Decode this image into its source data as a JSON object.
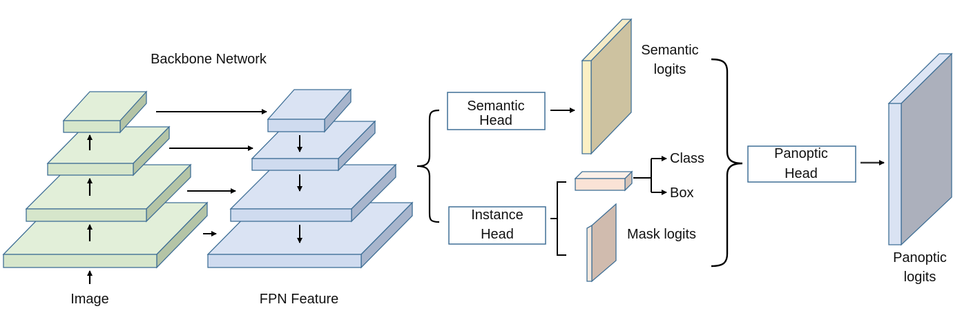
{
  "labels": {
    "backbone_network": "Backbone Network",
    "image": "Image",
    "fpn_feature": "FPN Feature",
    "semantic_head_line1": "Semantic",
    "semantic_head_line2": "Head",
    "instance_head_line1": "Instance",
    "instance_head_line2": "Head",
    "semantic_logits_line1": "Semantic",
    "semantic_logits_line2": "logits",
    "class": "Class",
    "box": "Box",
    "mask_logits": "Mask logits",
    "panoptic_head_line1": "Panoptic",
    "panoptic_head_line2": "Head",
    "panoptic_logits_line1": "Panoptic",
    "panoptic_logits_line2": "logits"
  },
  "colors": {
    "backbone_top": "#e2efd9",
    "backbone_front": "#d6e6cb",
    "backbone_side": "#b4c4a6",
    "fpn_top": "#dae3f3",
    "fpn_front": "#cfdbef",
    "fpn_side": "#a8b5cc",
    "layer_stroke": "#3f6f96",
    "semantic_logits_face": "#cdc2a0",
    "semantic_logits_side": "#fcf0c4",
    "mask_logits_face": "#d0bbae",
    "mask_logits_side": "#f5e8dd",
    "class_box_feature": "#fae3d6",
    "panoptic_logits_face": "#acb0bc",
    "panoptic_logits_side": "#dae3f3"
  }
}
